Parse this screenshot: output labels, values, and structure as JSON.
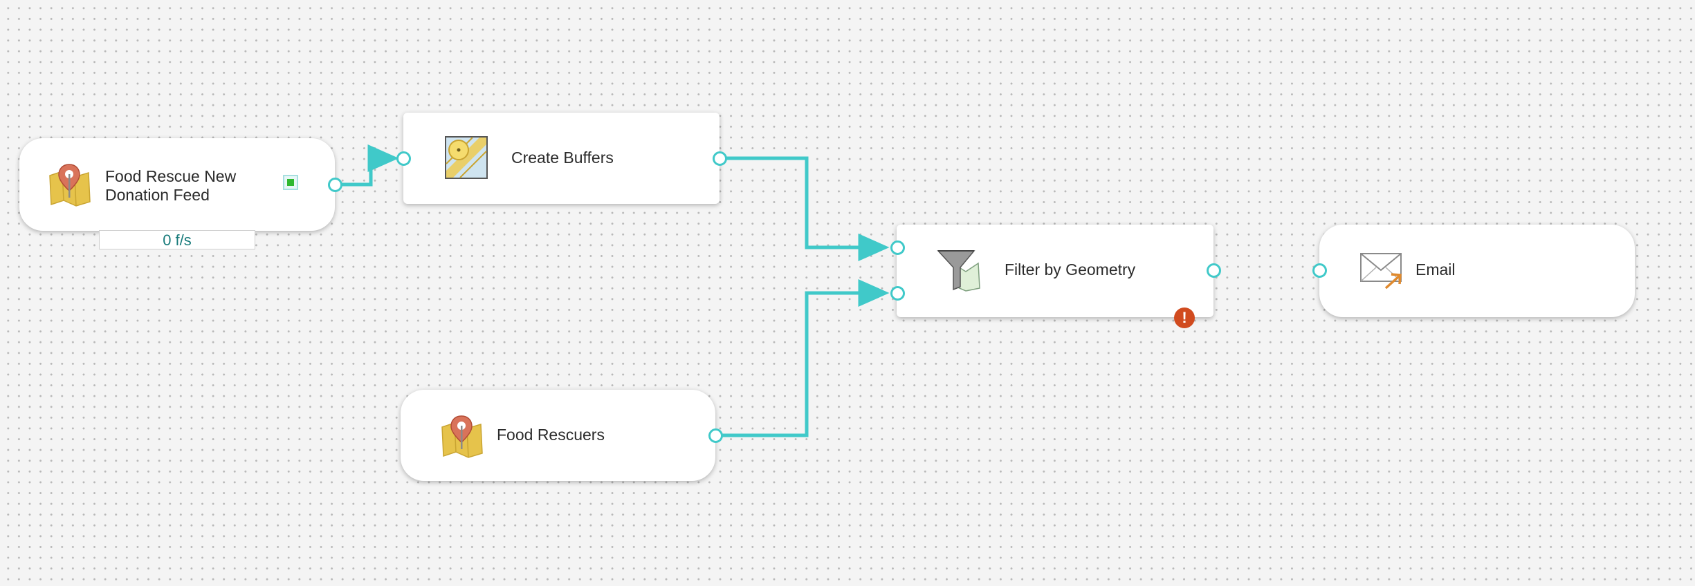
{
  "canvas": {
    "background": "#f4f4f4",
    "link_color": "#40c9c9",
    "port_color": "#40c9c9",
    "error_color": "#d14b1f"
  },
  "nodes": {
    "feed": {
      "label_line1": "Food Rescue New",
      "label_line2": "Donation Feed",
      "icon": "map-pin-icon",
      "rate": "0 f/s",
      "status": "running",
      "status_color": "#2fb82f"
    },
    "buffers": {
      "label": "Create Buffers",
      "icon": "buffer-tool-icon"
    },
    "filter": {
      "label": "Filter by Geometry",
      "icon": "filter-funnel-icon",
      "error_badge": "!"
    },
    "email": {
      "label": "Email",
      "icon": "envelope-icon"
    },
    "rescuers": {
      "label": "Food Rescuers",
      "icon": "map-pin-icon"
    }
  }
}
